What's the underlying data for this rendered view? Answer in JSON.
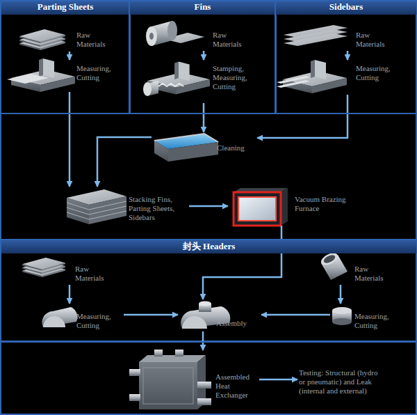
{
  "diagram": {
    "nodes": [
      {
        "text": [
          "Parting Sheets"
        ]
      },
      {
        "text": [
          "Raw Materials"
        ],
        "in": 0
      },
      {
        "text": [
          "Measuring, Cutting"
        ],
        "in": 0
      },
      {
        "text": [
          "Fins"
        ]
      },
      {
        "text": [
          "Raw Materials"
        ],
        "in": 3
      },
      {
        "text": [
          "Stamping, Measuring, Cutting"
        ],
        "in": 3
      },
      {
        "text": [
          "Sidebars"
        ]
      },
      {
        "text": [
          "Raw Materials"
        ],
        "in": 6
      },
      {
        "text": [
          "Measuring, Cutting"
        ],
        "in": 6
      },
      {
        "text": [
          "Cleaning"
        ]
      },
      {
        "text": [
          "Stacking Fins, Parting Sheets, Sidebars"
        ]
      },
      {
        "text": [
          "Vacuum Brazing Furnace"
        ]
      },
      {
        "text": [
          "封头 Headers"
        ]
      },
      {
        "text": [
          "Raw Materials"
        ],
        "in": 12
      },
      {
        "text": [
          "Measuring, Cutting"
        ],
        "in": 12
      },
      {
        "text": [
          "Assembly"
        ],
        "in": 12
      },
      {
        "text": [
          "Raw Materials"
        ],
        "in": 12
      },
      {
        "text": [
          "Measuring, Cutting"
        ],
        "in": 12
      },
      {
        "text": [
          "Assembled Heat Exchanger"
        ]
      },
      {
        "text": [
          "Testing: Structural (hydro or pneumatic) and Leak (internal and external)"
        ]
      }
    ],
    "edges": [
      {
        "from": 1,
        "to": 2,
        "arrow": "to"
      },
      {
        "from": 4,
        "to": 5,
        "arrow": "to"
      },
      {
        "from": 5,
        "to": 9,
        "arrow": "to"
      },
      {
        "from": 7,
        "to": 8,
        "arrow": "to"
      },
      {
        "from": 8,
        "to": 9,
        "arrow": "to"
      },
      {
        "from": 2,
        "to": 10,
        "arrow": "to"
      },
      {
        "from": 9,
        "to": 10,
        "arrow": "to"
      },
      {
        "from": 10,
        "to": 11,
        "arrow": "to"
      },
      {
        "from": 11,
        "to": 15,
        "arrow": "to"
      },
      {
        "from": 13,
        "to": 14,
        "arrow": "to"
      },
      {
        "from": 14,
        "to": 15,
        "arrow": "to"
      },
      {
        "from": 16,
        "to": 17,
        "arrow": "to"
      },
      {
        "from": 17,
        "to": 15,
        "arrow": "to"
      },
      {
        "from": 15,
        "to": 18,
        "arrow": "to"
      },
      {
        "from": 18,
        "to": 19,
        "arrow": "to"
      }
    ]
  }
}
